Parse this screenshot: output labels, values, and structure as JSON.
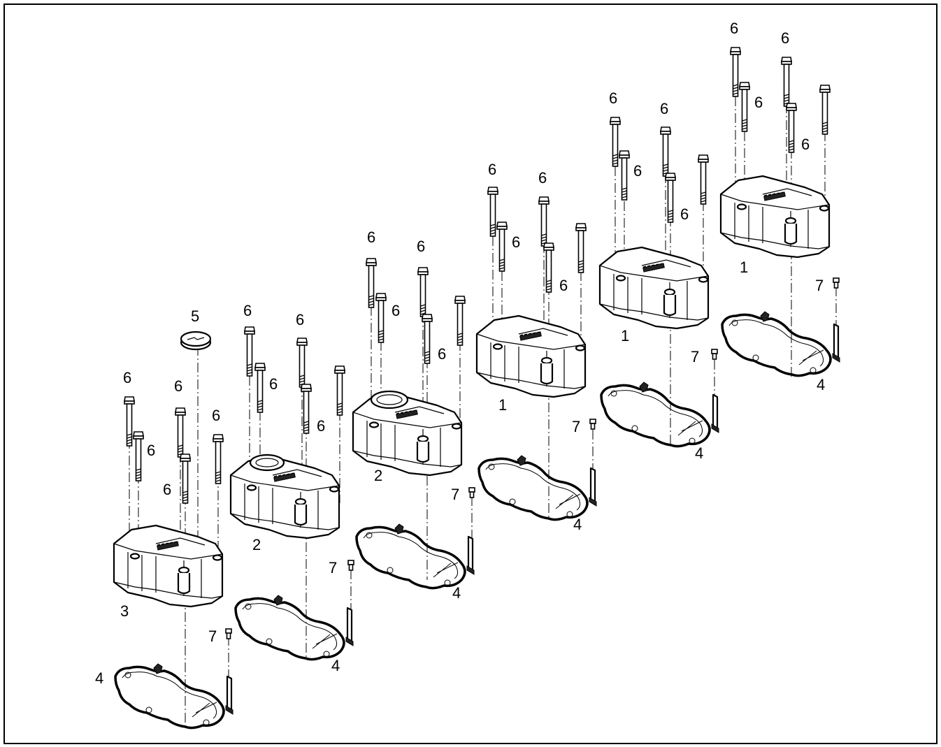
{
  "callouts": {
    "a1": "6",
    "a2": "6",
    "a3": "6",
    "a4": "6",
    "a5": "6",
    "a_cover": "3",
    "a_gasket": "4",
    "a_screw": "7",
    "a_cap": "5",
    "b1": "6",
    "b2": "6",
    "b3": "6",
    "b4": "6",
    "b_cover": "2",
    "b_gasket": "4",
    "b_screw": "7",
    "c1": "6",
    "c2": "6",
    "c3": "6",
    "c4": "6",
    "c_cover": "2",
    "c_gasket": "4",
    "c_screw": "7",
    "d1": "6",
    "d2": "6",
    "d3": "6",
    "d4": "6",
    "d_cover": "1",
    "d_gasket": "4",
    "d_screw": "7",
    "e1": "6",
    "e2": "6",
    "e3": "6",
    "e4": "6",
    "e_cover": "1",
    "e_gasket": "4",
    "e_screw": "7",
    "f1": "6",
    "f2": "6",
    "f3": "6",
    "f4": "6",
    "f_cover": "1",
    "f_gasket": "4",
    "f_screw": "7"
  }
}
